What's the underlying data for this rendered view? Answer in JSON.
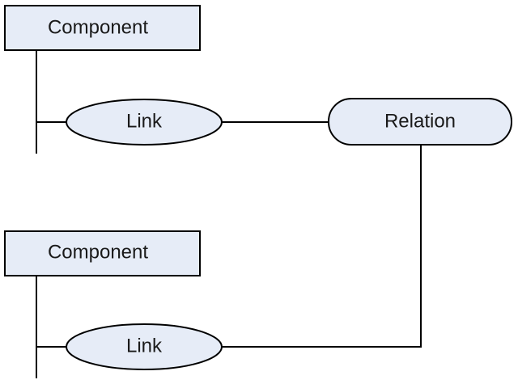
{
  "diagram": {
    "colors": {
      "node_fill": "#e6ecf7",
      "stroke": "#000000",
      "text": "#1a1a1a",
      "background": "#ffffff"
    },
    "nodes": {
      "component_top": {
        "label": "Component"
      },
      "link_top": {
        "label": "Link"
      },
      "relation": {
        "label": "Relation"
      },
      "component_bottom": {
        "label": "Component"
      },
      "link_bottom": {
        "label": "Link"
      }
    }
  }
}
